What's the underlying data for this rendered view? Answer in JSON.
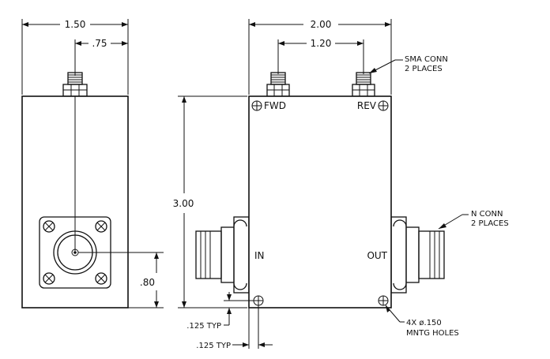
{
  "dimensions": {
    "side_width": "1.50",
    "side_offset": ".75",
    "front_width": "2.00",
    "sma_spacing": "1.20",
    "height": "3.00",
    "conn_height": ".80",
    "hole_y": ".125 TYP",
    "hole_x": ".125 TYP"
  },
  "labels": {
    "fwd": "FWD",
    "rev": "REV",
    "in": "IN",
    "out": "OUT"
  },
  "notes": {
    "sma_line1": "SMA CONN",
    "sma_line2": "2 PLACES",
    "n_line1": "N CONN",
    "n_line2": "2 PLACES",
    "holes_line1": "4X ø.150",
    "holes_line2": "MNTG HOLES"
  }
}
